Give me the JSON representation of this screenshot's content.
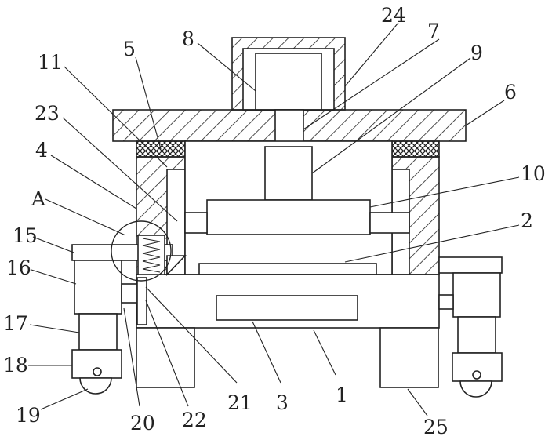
{
  "figure": {
    "labels": {
      "l1": "1",
      "l2": "2",
      "l3": "3",
      "l4": "4",
      "l5": "5",
      "l6": "6",
      "l7": "7",
      "l8": "8",
      "l9": "9",
      "l10": "10",
      "l11": "11",
      "l15": "15",
      "l16": "16",
      "l17": "17",
      "l18": "18",
      "l19": "19",
      "l20": "20",
      "l21": "21",
      "l22": "22",
      "l23": "23",
      "l24": "24",
      "l25": "25",
      "lA": "A"
    },
    "colors": {
      "line": "#222222",
      "background": "#ffffff"
    }
  }
}
